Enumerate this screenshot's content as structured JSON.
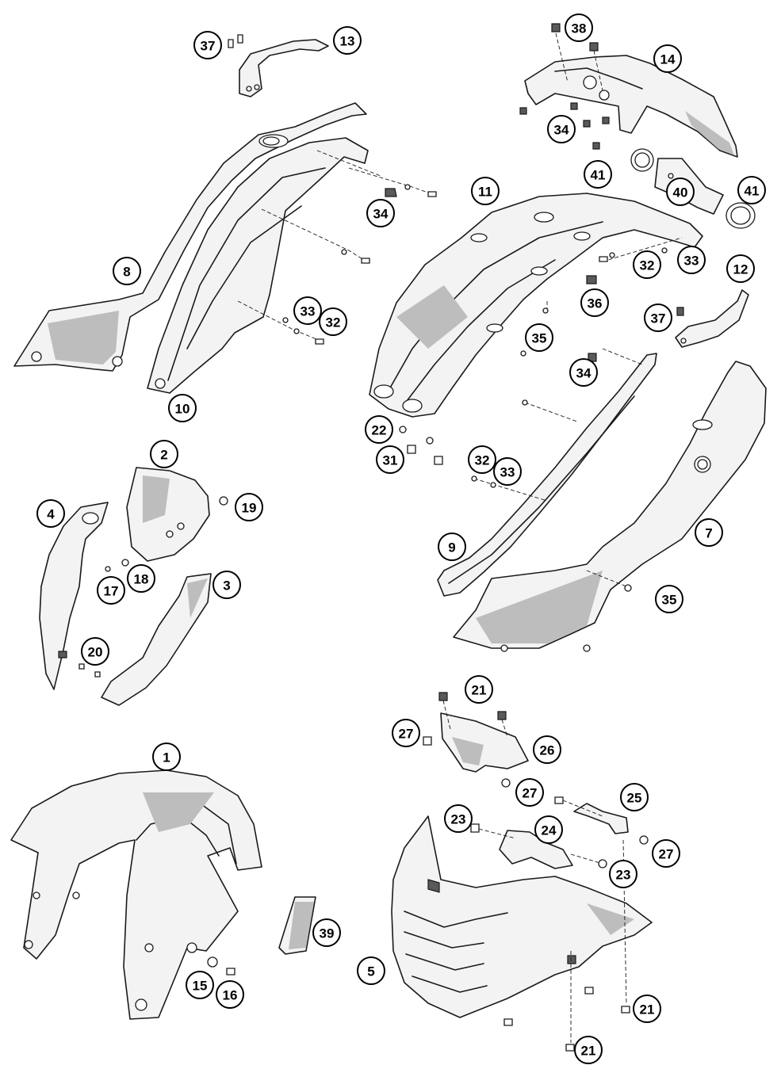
{
  "diagram": {
    "callouts": [
      {
        "id": "c37a",
        "label": "37"
      },
      {
        "id": "c13",
        "label": "13"
      },
      {
        "id": "c38",
        "label": "38"
      },
      {
        "id": "c14",
        "label": "14"
      },
      {
        "id": "c34a",
        "label": "34"
      },
      {
        "id": "c41a",
        "label": "41"
      },
      {
        "id": "c40",
        "label": "40"
      },
      {
        "id": "c41b",
        "label": "41"
      },
      {
        "id": "c11",
        "label": "11"
      },
      {
        "id": "c34b",
        "label": "34"
      },
      {
        "id": "c8",
        "label": "8"
      },
      {
        "id": "c32a",
        "label": "32"
      },
      {
        "id": "c33a",
        "label": "33"
      },
      {
        "id": "c12",
        "label": "12"
      },
      {
        "id": "c36",
        "label": "36"
      },
      {
        "id": "c33b",
        "label": "33"
      },
      {
        "id": "c32b",
        "label": "32"
      },
      {
        "id": "c37b",
        "label": "37"
      },
      {
        "id": "c35a",
        "label": "35"
      },
      {
        "id": "c34c",
        "label": "34"
      },
      {
        "id": "c10",
        "label": "10"
      },
      {
        "id": "c22",
        "label": "22"
      },
      {
        "id": "c31",
        "label": "31"
      },
      {
        "id": "c32c",
        "label": "32"
      },
      {
        "id": "c33c",
        "label": "33"
      },
      {
        "id": "c2",
        "label": "2"
      },
      {
        "id": "c19",
        "label": "19"
      },
      {
        "id": "c4",
        "label": "4"
      },
      {
        "id": "c7",
        "label": "7"
      },
      {
        "id": "c9",
        "label": "9"
      },
      {
        "id": "c18",
        "label": "18"
      },
      {
        "id": "c17",
        "label": "17"
      },
      {
        "id": "c3",
        "label": "3"
      },
      {
        "id": "c35b",
        "label": "35"
      },
      {
        "id": "c20",
        "label": "20"
      },
      {
        "id": "c21a",
        "label": "21"
      },
      {
        "id": "c27a",
        "label": "27"
      },
      {
        "id": "c26",
        "label": "26"
      },
      {
        "id": "c1",
        "label": "1"
      },
      {
        "id": "c27b",
        "label": "27"
      },
      {
        "id": "c25",
        "label": "25"
      },
      {
        "id": "c23a",
        "label": "23"
      },
      {
        "id": "c24",
        "label": "24"
      },
      {
        "id": "c27c",
        "label": "27"
      },
      {
        "id": "c23b",
        "label": "23"
      },
      {
        "id": "c39",
        "label": "39"
      },
      {
        "id": "c5",
        "label": "5"
      },
      {
        "id": "c15",
        "label": "15"
      },
      {
        "id": "c16",
        "label": "16"
      },
      {
        "id": "c21b",
        "label": "21"
      },
      {
        "id": "c21c",
        "label": "21"
      }
    ]
  }
}
